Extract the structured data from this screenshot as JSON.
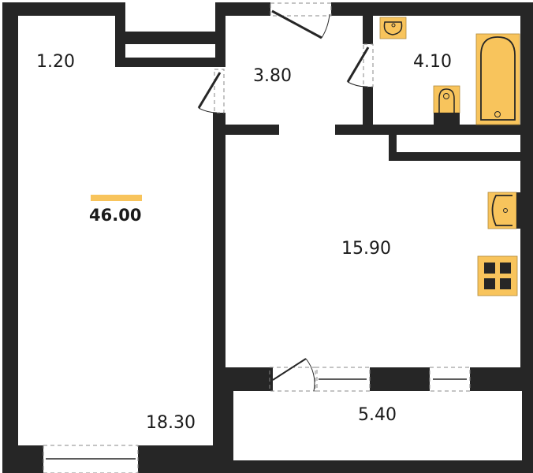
{
  "plan": {
    "total_area": "46.00",
    "accent_color": "#F8C45C",
    "wall_color": "#262626",
    "rooms": [
      {
        "id": "hall-storage",
        "area": "1.20"
      },
      {
        "id": "hallway",
        "area": "3.80"
      },
      {
        "id": "bathroom",
        "area": "4.10"
      },
      {
        "id": "kitchen",
        "area": "15.90"
      },
      {
        "id": "living-room",
        "area": "18.30"
      },
      {
        "id": "loggia",
        "area": "5.40"
      }
    ]
  }
}
